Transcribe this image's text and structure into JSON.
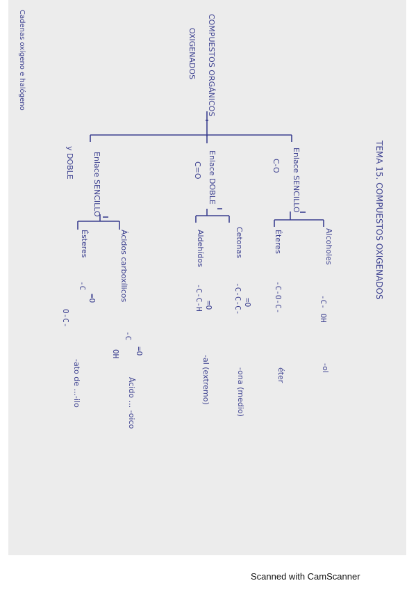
{
  "title": "TEMA 15. COMPUESTOS OXIGENADOS",
  "left_note": "Cadenas oxígeno e halógeno",
  "root": {
    "line1": "COMPUESTOS ORGÁNICOS",
    "line2": "OXIGENADOS"
  },
  "branches": {
    "sencillo": {
      "label": "Enlace SENCILLO",
      "formula": "C-O"
    },
    "doble": {
      "label": "Enlace DOBLE",
      "formula": "C=O"
    },
    "sencillo_doble": {
      "label": "Enlace SENCILLO",
      "label2": "y DOBLE"
    }
  },
  "groups": {
    "alcoholes": {
      "name": "Alcoholes",
      "formula": "-C- OH",
      "suffix": "-ol"
    },
    "eteres": {
      "name": "Éteres",
      "formula": "-C-O-C-",
      "suffix": "éter"
    },
    "cetonas": {
      "name": "Cetonas",
      "formula": "-C-C-C-",
      "double": "=O",
      "suffix": "-ona (medio)"
    },
    "aldehidos": {
      "name": "Aldehídos",
      "formula": "-C-C-H",
      "double": "=O",
      "suffix": "-al (extremo)"
    },
    "acidos": {
      "name": "Ácidos carboxílicos",
      "formula": "-C",
      "double": "=O",
      "oh": "OH",
      "suffix": "Ácido ... -oico"
    },
    "esteres": {
      "name": "Ésteres",
      "formula": "-C",
      "double": "=O",
      "ester_tail": "O-C-",
      "suffix": "-ato de ...-ilo"
    }
  },
  "footer": "Scanned with CamScanner"
}
